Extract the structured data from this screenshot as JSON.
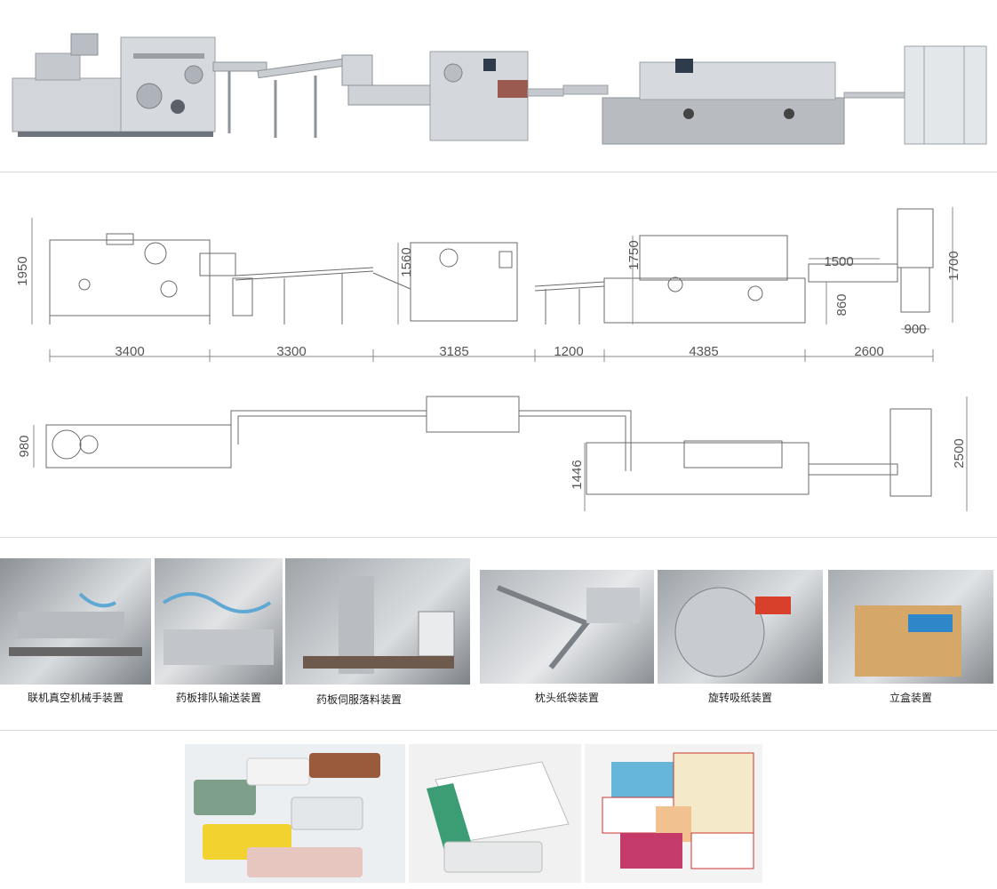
{
  "front_view": {
    "dims_h": [
      "3400",
      "3300",
      "3185",
      "1200",
      "4385",
      "2600"
    ],
    "dims_v": [
      "1950",
      "1560",
      "1750",
      "1700",
      "860"
    ],
    "dim_1500": "1500",
    "dim_900": "900"
  },
  "top_view": {
    "dim_980": "980",
    "dim_1446": "1446",
    "dim_2500": "2500"
  },
  "details": {
    "captions": [
      "联机真空机械手装置",
      "药板排队输送装置",
      "药板伺服落料装置",
      "枕头纸袋装置",
      "旋转吸纸装置",
      "立盒装置"
    ]
  },
  "colors": {
    "line": "#6b6b6b",
    "machine": "#c9ccd0",
    "machine_dark": "#8e9399",
    "accent_blue": "#5fa8d3",
    "accent_red": "#d9402b"
  }
}
